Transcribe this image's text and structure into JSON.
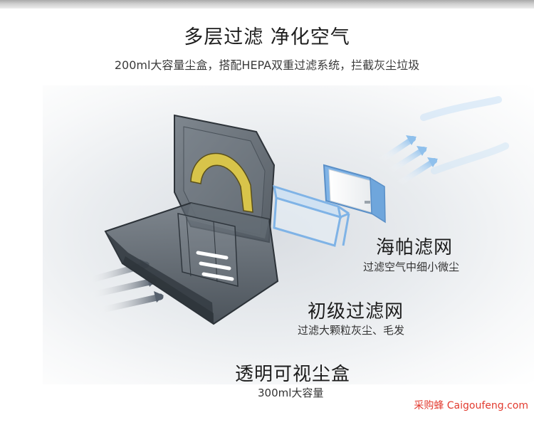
{
  "header": {
    "title": "多层过滤 净化空气",
    "subtitle": "200ml大容量尘盒，搭配HEPA双重过滤系统，拦截灰尘垃圾"
  },
  "callouts": {
    "hepa": {
      "title": "海帕滤网",
      "desc": "过滤空气中细小微尘"
    },
    "primary": {
      "title": "初级过滤网",
      "desc": "过滤大颗粒灰尘、毛发"
    },
    "box": {
      "title": "透明可视尘盒",
      "desc": "300ml大容量"
    }
  },
  "watermark": {
    "text": "采购蜂 Caigoufeng.com"
  },
  "colors": {
    "text_dark": "#1e1e1e",
    "box_smoke": "#5b6570",
    "filter_blue": "#7fb3e6",
    "handle_yellow": "#d8c44a",
    "arrow_gray": "#6a7482",
    "watermark_red": "#e23a2e"
  },
  "icons": {
    "airflow_in": "airflow-arrows-gray",
    "airflow_out": "airflow-arrows-blue"
  }
}
